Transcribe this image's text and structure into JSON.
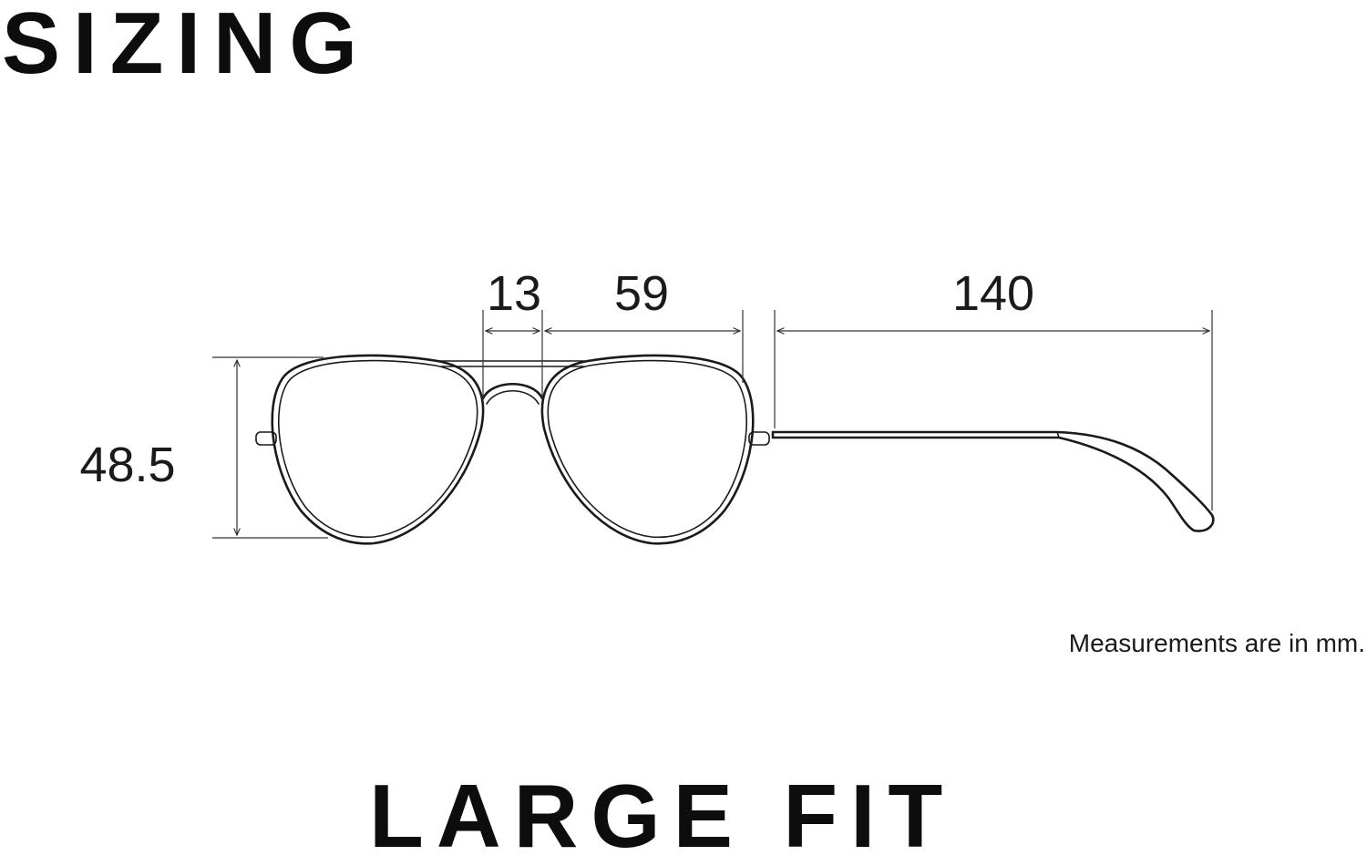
{
  "page": {
    "title": "SIZING",
    "fit_label": "LARGE FIT",
    "note": "Measurements are in mm."
  },
  "measurements": {
    "bridge": "13",
    "lens_width": "59",
    "temple_length": "140",
    "lens_height": "48.5"
  },
  "colors": {
    "background": "#ffffff",
    "ink": "#1a1a1a"
  }
}
